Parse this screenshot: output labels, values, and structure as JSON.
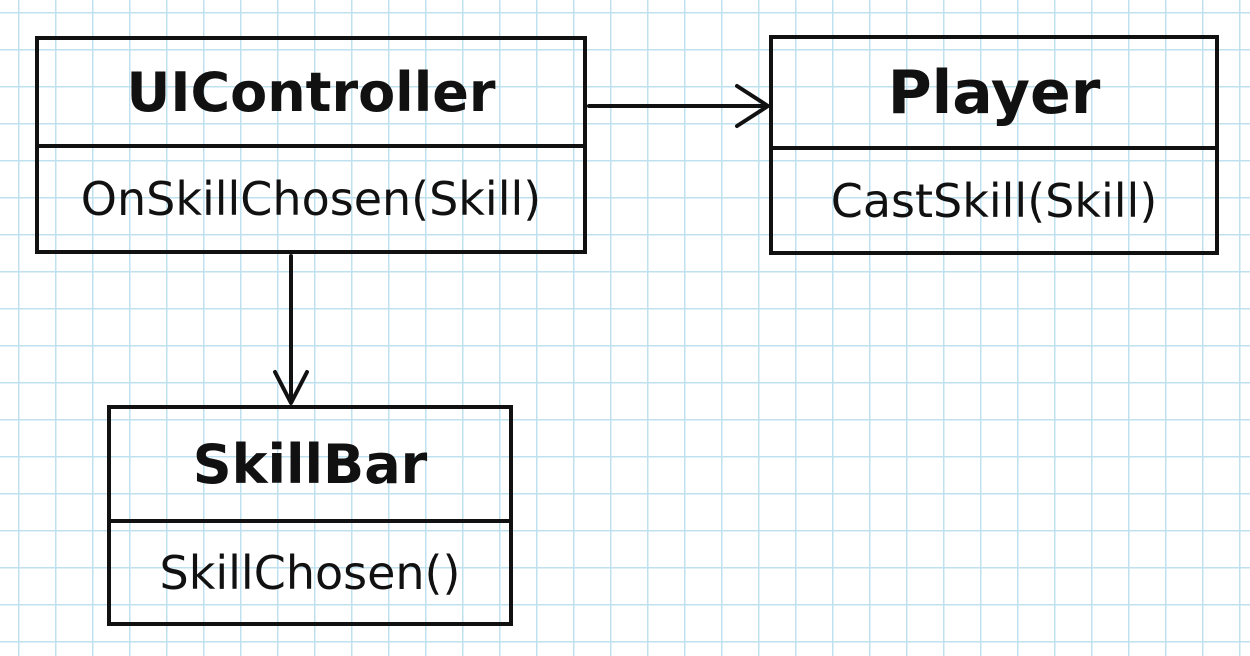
{
  "classes": {
    "ui_controller": {
      "name": "UIController",
      "method": "OnSkillChosen(Skill)"
    },
    "player": {
      "name": "Player",
      "method": "CastSkill(Skill)"
    },
    "skill_bar": {
      "name": "SkillBar",
      "method": "SkillChosen()"
    }
  },
  "relations": [
    {
      "from": "UIController",
      "to": "Player"
    },
    {
      "from": "UIController",
      "to": "SkillBar"
    }
  ],
  "colors": {
    "ink": "#111111",
    "grid": "#bfe0ef",
    "paper": "#ffffff"
  }
}
